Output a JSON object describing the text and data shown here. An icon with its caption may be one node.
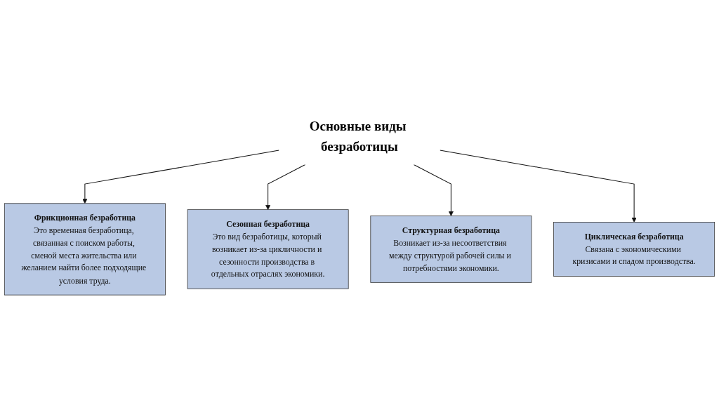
{
  "diagram": {
    "nodes": [
      {
        "text": [
          "Основные виды безработицы"
        ]
      },
      {
        "text": [
          "Фрикционная безработица",
          "Это временная безработица, связанная с поиском работы, сменой места жительства или желанием найти более подходящие условия труда."
        ]
      },
      {
        "text": [
          "Сезонная безработица",
          "Это вид безработицы, который возникает из-за цикличности и сезонности производства в отдельных отраслях экономики."
        ]
      },
      {
        "text": [
          "Структурная безработица",
          "Возникает из-за несоответствия между структурой рабочей силы и потребностями экономики."
        ]
      },
      {
        "text": [
          "Циклическая безработица",
          "Связана с экономическими кризисами и спадом производства."
        ]
      }
    ],
    "edges": [
      {
        "from": 0,
        "to": 1,
        "arrow": "to"
      },
      {
        "from": 0,
        "to": 2,
        "arrow": "to"
      },
      {
        "from": 0,
        "to": 3,
        "arrow": "to"
      },
      {
        "from": 0,
        "to": 4,
        "arrow": "to"
      }
    ]
  }
}
